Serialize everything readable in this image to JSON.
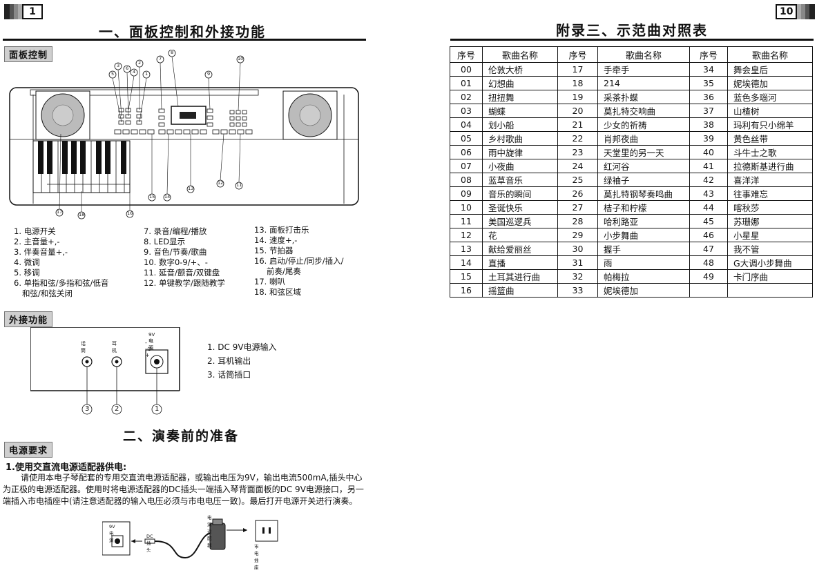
{
  "left_page": {
    "page_number": "1",
    "section1_title": "一、面板控制和外接功能",
    "panel_control_tag": "面板控制",
    "keyboard_callouts": [
      "1",
      "2",
      "3",
      "4",
      "5",
      "6",
      "7",
      "8",
      "9",
      "10",
      "11",
      "12",
      "13",
      "14",
      "15",
      "16",
      "17",
      "18"
    ],
    "legend_col1": [
      "1. 电源开关",
      "2. 主音量+,-",
      "3. 伴奏音量+,-",
      "4. 微调",
      "5. 移调",
      "6. 单指和弦/多指和弦/低音",
      "和弦/和弦关闭"
    ],
    "legend_col2": [
      "7. 录音/编程/播放",
      "8. LED显示",
      "9. 音色/节奏/歌曲",
      "10. 数字0-9/+、-",
      "11. 延音/颤音/双键盘",
      "12. 单键教学/跟随教学"
    ],
    "legend_col3": [
      "13.  面板打击乐",
      "14. 速度+,-",
      "15. 节拍器",
      "16. 启动/停止/同步/插入/",
      "前奏/尾奏",
      "17. 喇叭",
      "18. 和弦区域"
    ],
    "external_tag": "外接功能",
    "jack_labels": [
      "话筒",
      "耳机",
      "9V电源"
    ],
    "jack_polarity": "- -⊙- +",
    "jack_numbers": [
      "3",
      "2",
      "1"
    ],
    "external_list": [
      "1. DC 9V电源输入",
      "2. 耳机输出",
      "3. 话筒插口"
    ],
    "section2_title": "二、演奏前的准备",
    "power_tag": "电源要求",
    "adapter_heading": "1.使用交直流电源适配器供电:",
    "adapter_paragraph": "请使用本电子琴配套的专用交直流电源适配器，或输出电压为9V，输出电流500mA,插头中心为正极的电源适配器。使用时将电源适配器的DC插头一端插入琴背面面板的DC 9V电源接口，另一端插入市电插座中(请注意适配器的输入电压必须与市电电压一致)。最后打开电源开关进行演奏。",
    "diagram_labels": {
      "dc_jack": "9V电源",
      "dc_plug": "DC 插头",
      "adapter": "电源适配器",
      "socket": "市电插座"
    }
  },
  "right_page": {
    "page_number": "10",
    "title": "附录三、示范曲对照表",
    "headers": [
      "序号",
      "歌曲名称",
      "序号",
      "歌曲名称",
      "序号",
      "歌曲名称"
    ],
    "rows": [
      [
        "00",
        "伦敦大桥",
        "17",
        "手牵手",
        "34",
        "舞会皇后"
      ],
      [
        "01",
        "幻想曲",
        "18",
        "214",
        "35",
        "妮埃德加"
      ],
      [
        "02",
        "扭扭舞",
        "19",
        "采茶扑蝶",
        "36",
        "蓝色多瑙河"
      ],
      [
        "03",
        "蝴蝶",
        "20",
        "莫扎特交响曲",
        "37",
        "山楂树"
      ],
      [
        "04",
        "划小船",
        "21",
        "少女的祈祷",
        "38",
        "玛利有只小绵羊"
      ],
      [
        "05",
        "乡村歌曲",
        "22",
        "肖邦夜曲",
        "39",
        "黄色丝带"
      ],
      [
        "06",
        "雨中旋律",
        "23",
        "天堂里的另一天",
        "40",
        "斗牛士之歌"
      ],
      [
        "07",
        "小夜曲",
        "24",
        "红河谷",
        "41",
        "拉德斯基进行曲"
      ],
      [
        "08",
        "蓝草音乐",
        "25",
        "绿袖子",
        "42",
        "喜洋洋"
      ],
      [
        "09",
        "音乐的瞬间",
        "26",
        "莫扎特钢琴奏鸣曲",
        "43",
        "往事难忘"
      ],
      [
        "10",
        "圣诞快乐",
        "27",
        "桔子和柠檬",
        "44",
        "喀秋莎"
      ],
      [
        "11",
        "美国巡逻兵",
        "28",
        "哈利路亚",
        "45",
        "苏珊娜"
      ],
      [
        "12",
        "花",
        "29",
        "小步舞曲",
        "46",
        "小星星"
      ],
      [
        "13",
        "献给爱丽丝",
        "30",
        "握手",
        "47",
        "我不管"
      ],
      [
        "14",
        "直播",
        "31",
        "雨",
        "48",
        "G大调小步舞曲"
      ],
      [
        "15",
        "土耳其进行曲",
        "32",
        "帕梅拉",
        "49",
        "卡门序曲"
      ],
      [
        "16",
        "摇篮曲",
        "33",
        "妮埃德加",
        "",
        ""
      ]
    ]
  }
}
